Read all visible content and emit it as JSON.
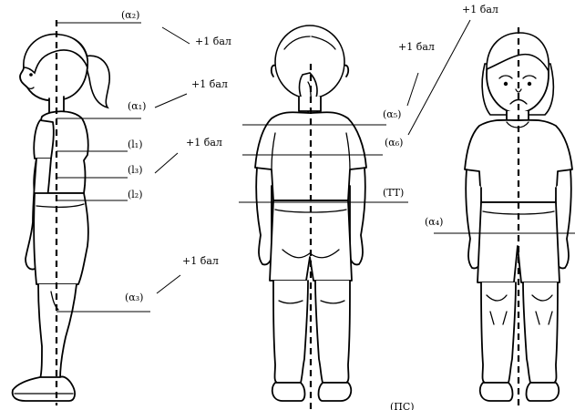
{
  "labels": {
    "alpha2": "(α₂)",
    "alpha1": "(α₁)",
    "l1": "(l₁)",
    "l3": "(l₃)",
    "l2": "(l₂)",
    "alpha3": "(α₃)",
    "alpha5": "(α₅)",
    "alpha6": "(α₆)",
    "tt": "(ТТ)",
    "alpha4": "(α₄)",
    "pc": "(ПС)"
  },
  "scores": {
    "s1": "+1 бал",
    "s2": "+1 бал",
    "s3": "+1 бал",
    "s4": "+1 бал",
    "s5": "+1 бал",
    "s6": "+1 бал"
  }
}
